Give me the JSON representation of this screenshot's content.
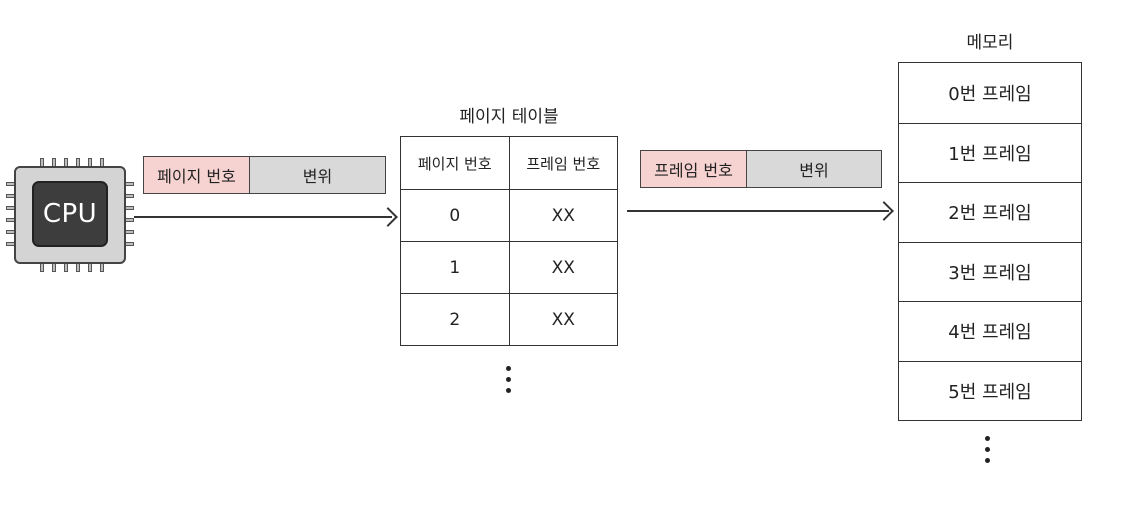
{
  "cpu": {
    "label": "CPU"
  },
  "logical_address": {
    "page_number_label": "페이지 번호",
    "offset_label": "변위"
  },
  "page_table": {
    "title": "페이지 테이블",
    "headers": [
      "페이지 번호",
      "프레임 번호"
    ],
    "rows": [
      {
        "page": "0",
        "frame": "XX"
      },
      {
        "page": "1",
        "frame": "XX"
      },
      {
        "page": "2",
        "frame": "XX"
      }
    ]
  },
  "physical_address": {
    "frame_number_label": "프레임 번호",
    "offset_label": "변위"
  },
  "memory": {
    "title": "메모리",
    "frames": [
      "0번 프레임",
      "1번 프레임",
      "2번 프레임",
      "3번 프레임",
      "4번 프레임",
      "5번 프레임"
    ]
  },
  "colors": {
    "highlight": "#f6d3d1",
    "field": "#d9d9d9",
    "cpu_body": "#d4d4d4",
    "cpu_core": "#3d3d3d"
  }
}
